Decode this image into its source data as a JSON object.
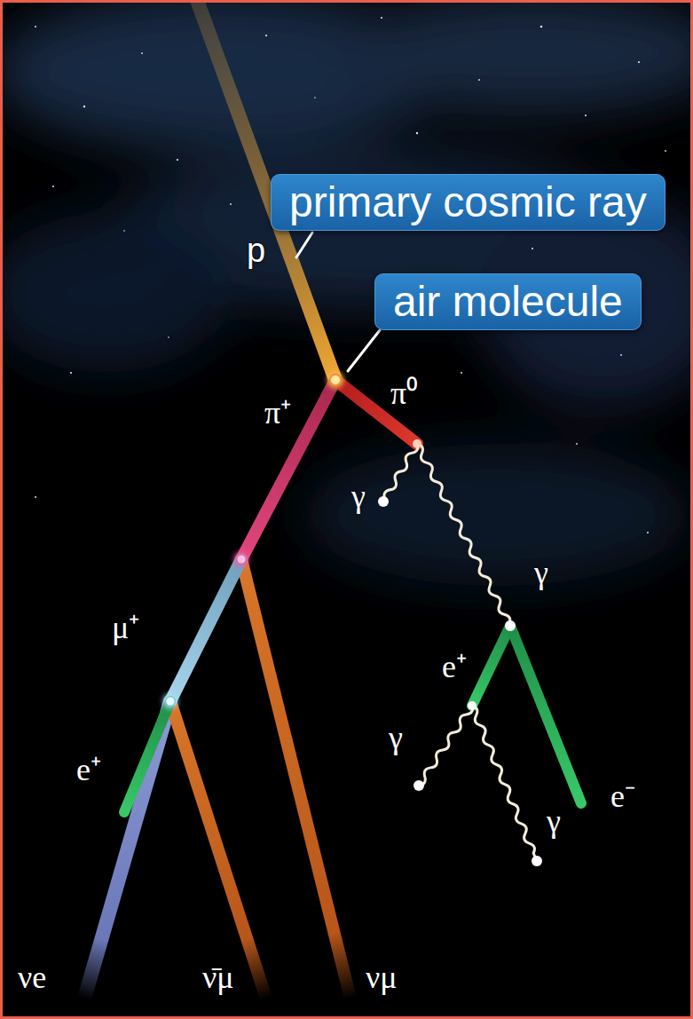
{
  "diagram": {
    "nodes": [
      {
        "text": [
          "primary cosmic ray"
        ]
      },
      {
        "text": [
          "air molecule"
        ]
      }
    ],
    "labels": [
      "p",
      "π⁺",
      "π⁰",
      "γ",
      "γ",
      "μ⁺",
      "e⁺",
      "γ",
      "e⁺",
      "e⁻",
      "γ",
      "νe",
      "ν̄μ",
      "νμ"
    ]
  }
}
